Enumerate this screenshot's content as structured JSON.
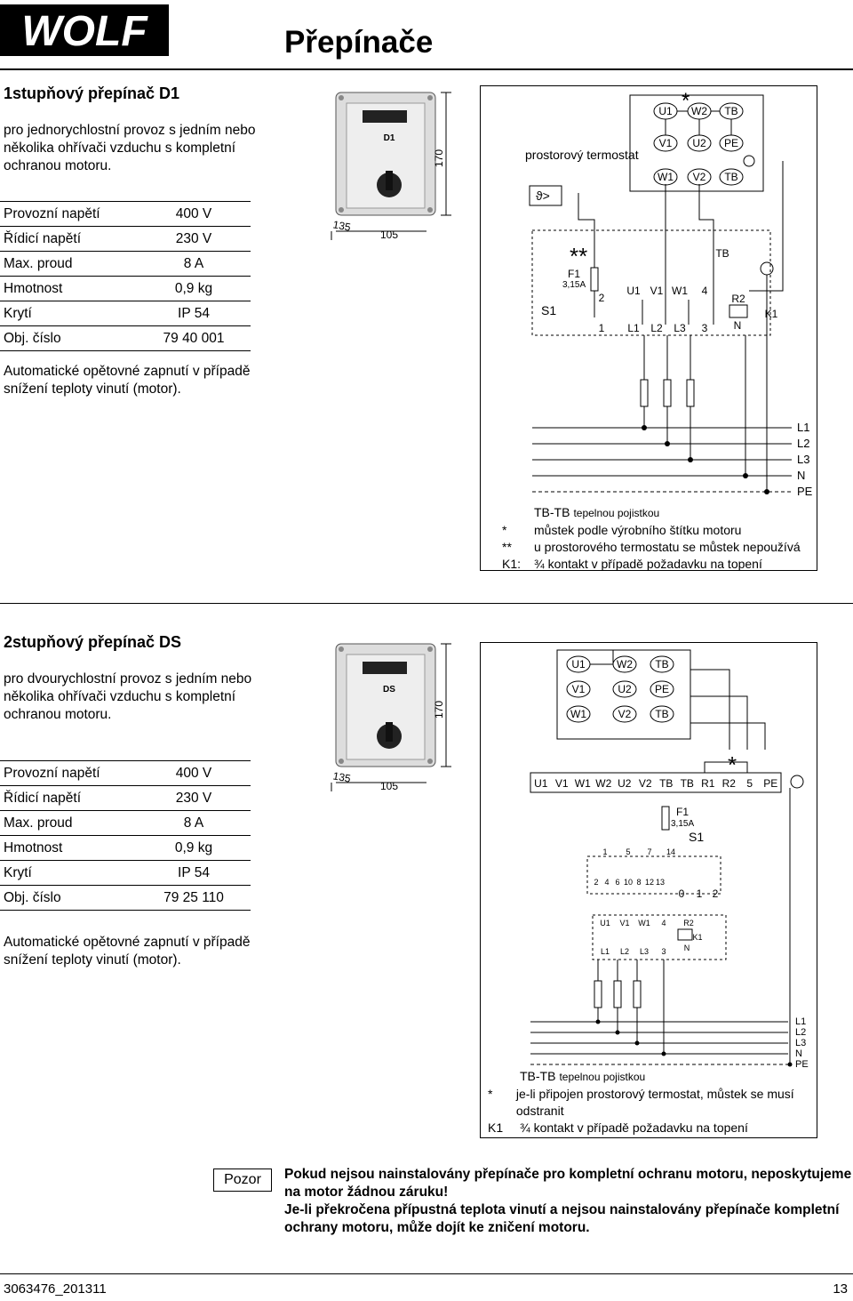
{
  "header": {
    "title": "Přepínače",
    "logo_text": "WOLF"
  },
  "section1": {
    "title": "1stupňový přepínač D1",
    "description": "pro jednorychlostní provoz s jedním nebo několika ohřívači vzduchu s kompletní ochranou motoru.",
    "specs": [
      {
        "label": "Provozní napětí",
        "value": "400 V"
      },
      {
        "label": "Řídicí napětí",
        "value": "230 V"
      },
      {
        "label": "Max. proud",
        "value": "8 A"
      },
      {
        "label": "Hmotnost",
        "value": "0,9 kg"
      },
      {
        "label": "Krytí",
        "value": "IP 54"
      },
      {
        "label": "Obj. číslo",
        "value": "79 40 001"
      }
    ],
    "note": "Automatické opětovné zapnutí v případě snížení teploty vinutí (motor).",
    "device_label": "D1",
    "dims": {
      "height": "170",
      "width": "105",
      "depth": "135"
    },
    "diagram": {
      "thermostat_label": "prostorový termostat",
      "terminal_top": [
        "U1",
        "W2",
        "TB"
      ],
      "terminal_mid": [
        "V1",
        "U2",
        "PE"
      ],
      "terminal_bot": [
        "W1",
        "V2",
        "TB"
      ],
      "fuse_label": "F1",
      "fuse_rating": "3,15A",
      "switch_label": "S1",
      "tb_label": "TB",
      "r2_label": "R2",
      "k1_label": "K1",
      "n_label": "N",
      "upper_terms": [
        "2",
        "U1",
        "V1",
        "W1",
        "4"
      ],
      "lower_terms": [
        "1",
        "L1",
        "L2",
        "L3",
        "3"
      ],
      "lines": [
        "L1",
        "L2",
        "L3",
        "N",
        "PE"
      ],
      "star1": "*",
      "star2": "**"
    },
    "legend": [
      {
        "key": "",
        "text": "TB-TB",
        "small": "tepelnou pojistkou"
      },
      {
        "key": "*",
        "text": "můstek podle výrobního štítku motoru",
        "small": ""
      },
      {
        "key": "**",
        "text": "u prostorového termostatu se můstek nepoužívá",
        "small": ""
      },
      {
        "key": "K1:",
        "text": "¾ kontakt v případě požadavku na topení",
        "small": ""
      }
    ]
  },
  "section2": {
    "title": "2stupňový přepínač DS",
    "description": "pro dvourychlostní provoz s jedním nebo několika ohřívači vzduchu s kompletní ochranou motoru.",
    "specs": [
      {
        "label": "Provozní napětí",
        "value": "400 V"
      },
      {
        "label": "Řídicí napětí",
        "value": "230 V"
      },
      {
        "label": "Max. proud",
        "value": "8 A"
      },
      {
        "label": "Hmotnost",
        "value": "0,9 kg"
      },
      {
        "label": "Krytí",
        "value": "IP 54"
      },
      {
        "label": "Obj. číslo",
        "value": "79 25 110"
      }
    ],
    "note": "Automatické opětovné zapnutí v případě snížení teploty vinutí (motor).",
    "device_label": "DS",
    "dims": {
      "height": "170",
      "width": "105",
      "depth": "135"
    },
    "diagram": {
      "terminal_top": [
        "U1",
        "W2",
        "TB"
      ],
      "terminal_mid": [
        "V1",
        "U2",
        "PE"
      ],
      "terminal_bot": [
        "W1",
        "V2",
        "TB"
      ],
      "strip": [
        "U1",
        "V1",
        "W1",
        "W2",
        "U2",
        "V2",
        "TB",
        "TB",
        "R1",
        "R2",
        "5",
        "PE"
      ],
      "fuse_label": "F1",
      "fuse_rating": "3,15A",
      "switch_label": "S1",
      "switch_pos": [
        "0",
        "1",
        "2"
      ],
      "sw_top": [
        "1",
        "5",
        "7",
        "14"
      ],
      "sw_bot": [
        "2",
        "4",
        "6",
        "10",
        "8",
        "12",
        "13"
      ],
      "k_upper": [
        "U1",
        "V1",
        "W1",
        "4"
      ],
      "k_lower": [
        "L1",
        "L2",
        "L3",
        "3"
      ],
      "r2_label": "R2",
      "k1_label": "K1",
      "n_label": "N",
      "lines": [
        "L1",
        "L2",
        "L3",
        "N",
        "PE"
      ],
      "star": "*"
    },
    "legend": [
      {
        "key": "",
        "text": "TB-TB",
        "small": "tepelnou pojistkou"
      },
      {
        "key": "*",
        "text": "je-li připojen prostorový termostat, můstek se musí odstranit",
        "small": ""
      },
      {
        "key": "K1",
        "text": "¾ kontakt v případě požadavku na topení",
        "small": ""
      }
    ]
  },
  "warning": {
    "label": "Pozor",
    "line1": "Pokud nejsou nainstalovány přepínače pro kompletní ochranu motoru, neposkytujeme na motor žádnou záruku!",
    "line2": "Je-li překročena přípustná teplota vinutí a nejsou nainstalovány přepínače kompletní ochrany motoru, může dojít ke zničení motoru."
  },
  "footer": {
    "doc_number": "3063476_201311",
    "page": "13"
  }
}
